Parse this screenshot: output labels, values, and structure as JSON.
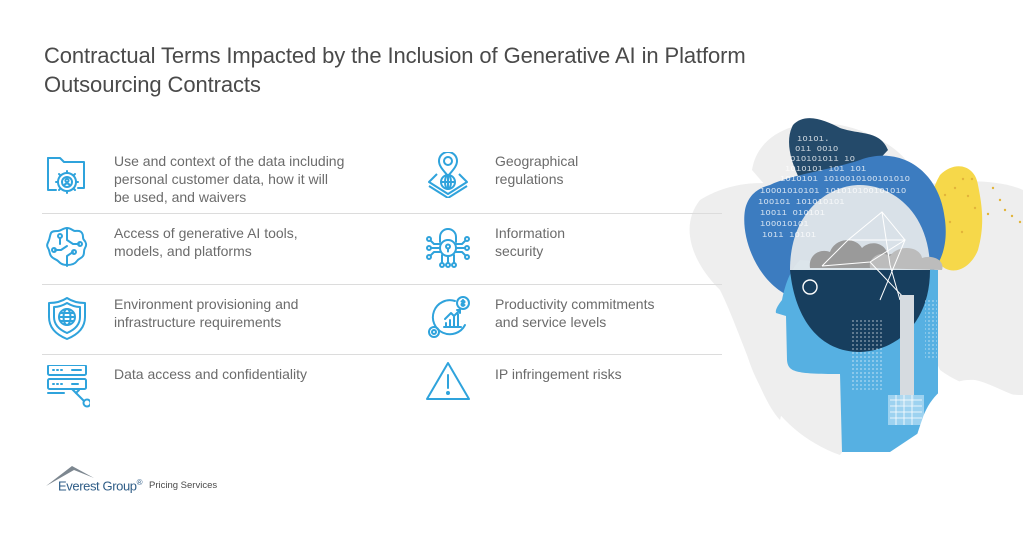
{
  "title": "Contractual Terms Impacted by the Inclusion of Generative AI in Platform Outsourcing Contracts",
  "colors": {
    "icon_blue": "#2fa3dc",
    "title_gray": "#4a4a4a",
    "text_gray": "#6b6b6b",
    "divider": "#dcdcdc",
    "navy": "#173e5e",
    "mid_blue": "#3c7cc0",
    "sky_blue": "#56b0e2",
    "yellow": "#f6d84a",
    "light_gray": "#eeeeee"
  },
  "items_left": [
    {
      "icon": "folder-gear-user-icon",
      "text": "Use and context of the data including\npersonal customer data, how it will\nbe used, and waivers"
    },
    {
      "icon": "ai-brain-circuit-icon",
      "text": "Access of generative AI tools,\nmodels, and platforms"
    },
    {
      "icon": "shield-globe-icon",
      "text": "Environment provisioning and\ninfrastructure requirements"
    },
    {
      "icon": "server-key-icon",
      "text": "Data access and confidentiality"
    }
  ],
  "items_right": [
    {
      "icon": "map-pin-layers-globe-icon",
      "text": "Geographical\nregulations"
    },
    {
      "icon": "lock-circuit-icon",
      "text": "Information\nsecurity"
    },
    {
      "icon": "gear-chart-dollar-icon",
      "text": "Productivity commitments\nand service levels"
    },
    {
      "icon": "warning-triangle-icon",
      "text": "IP infringement risks"
    }
  ],
  "illustration": {
    "icon": "ai-head-illustration",
    "binary_text": [
      "ıoıoı.",
      "oıı ooıo",
      "oıoıoıoıı ıo",
      "ıoıoıoı ıoı ıoı",
      "ıoıoıoı ıoıooıoıooı",
      "ıooo ıoıoıoı ıoıoıoıooıoıoıo",
      "ıooıoı ı ıoıoıoıoı",
      "ıoo ıı oıoıoı",
      "ıooo ıoıoı",
      "ıoı ıı ıoıoı"
    ]
  },
  "footer": {
    "brand": "Everest Group",
    "registered": "®",
    "service": "Pricing Services"
  }
}
